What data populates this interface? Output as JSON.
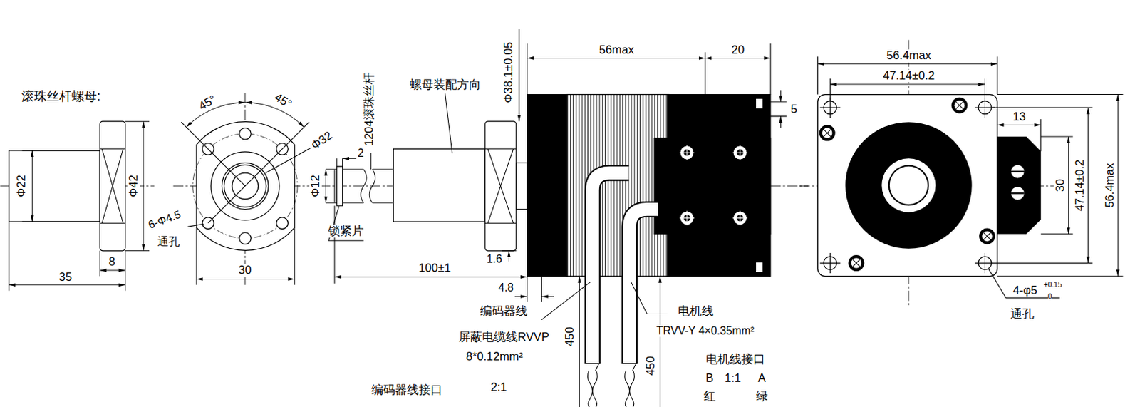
{
  "diagram": {
    "labels": [
      "滚珠丝杆螺母:",
      "Φ22",
      "Φ42",
      "8",
      "35",
      "45°",
      "45°",
      "Φ32",
      "6-Φ4.5",
      "通孔",
      "30",
      "2",
      "1204滚珠丝杆",
      "Φ12",
      "锁紧片",
      "螺母装配方向",
      "Φ38.1±0.05",
      "100±1",
      "1.6",
      "4.8",
      "56max",
      "20",
      "5",
      "编码器线",
      "屏蔽电缆线RVVP",
      "8*0.12mm²",
      "450",
      "450",
      "电机线",
      "TRVV-Y 4×0.35mm²",
      "电机线接口",
      "B",
      "1:1",
      "A",
      "红",
      "绿",
      "编码器线接口",
      "2:1",
      "56.4max",
      "47.14±0.2",
      "13",
      "30",
      "47.14±0.2",
      "56.4max",
      "4-φ5",
      "+0.15",
      "0",
      "通孔"
    ]
  }
}
